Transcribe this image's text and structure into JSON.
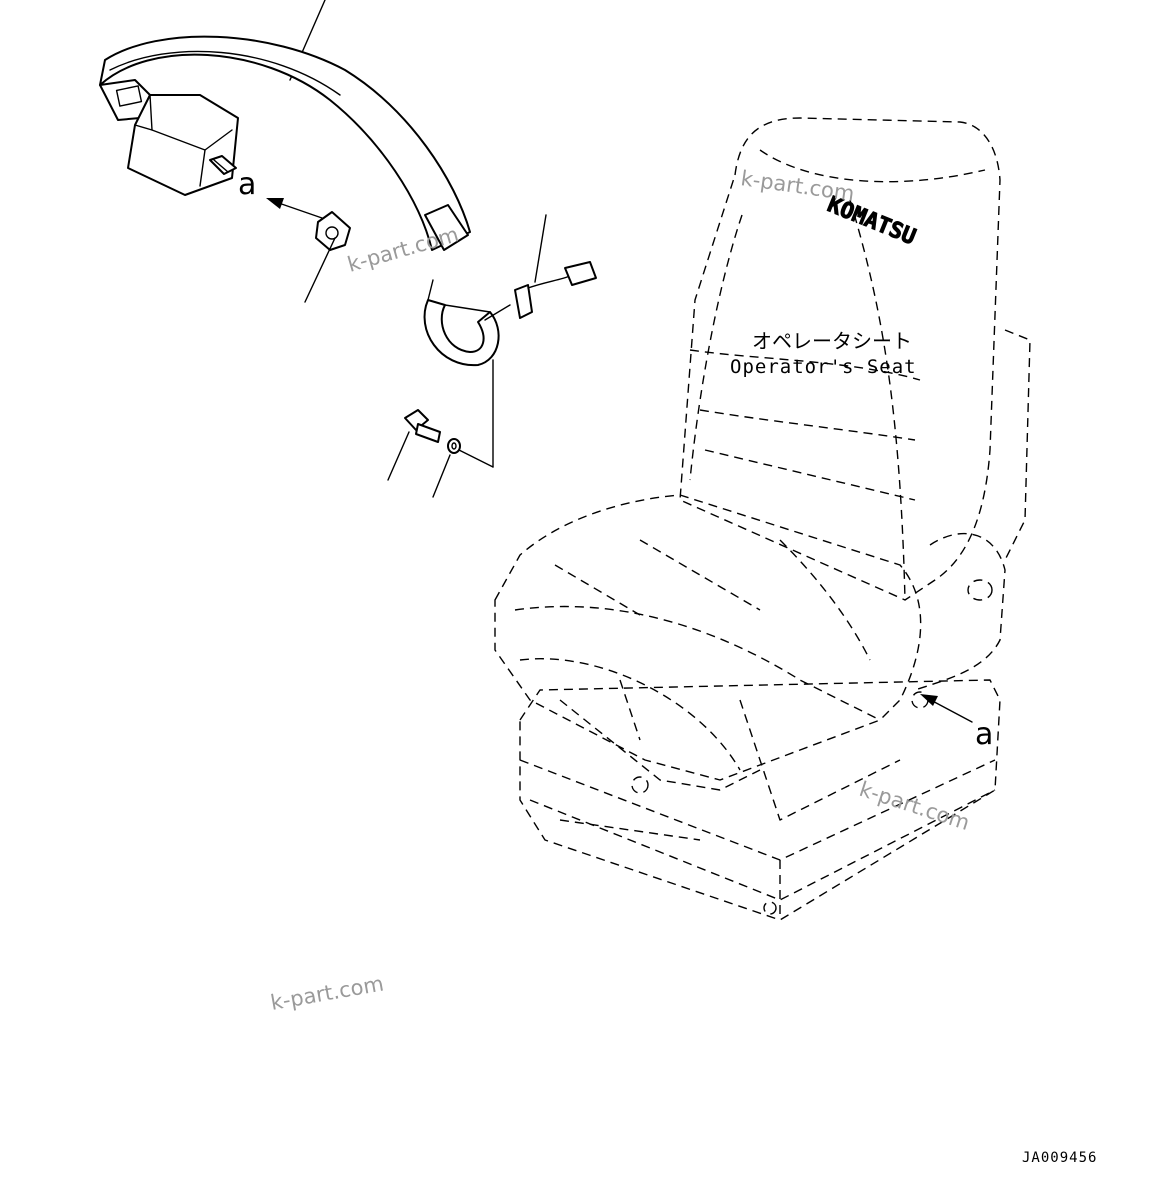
{
  "seat_label": {
    "japanese": "オペレータシート",
    "english": "Operator's Seat"
  },
  "brand_on_seat": "KOMATSU",
  "reference_marks": {
    "belt_end": "a",
    "seat_end": "a"
  },
  "drawing_code": "JA009456",
  "watermarks": [
    "k-part.com",
    "k-part.com",
    "k-part.com",
    "k-part.com"
  ]
}
